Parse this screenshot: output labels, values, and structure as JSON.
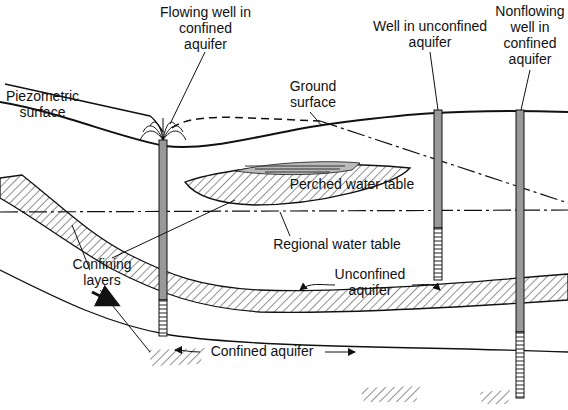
{
  "diagram": {
    "labels": [
      "Piezometric surface",
      "Flowing well in confined aquifer",
      "Well in unconfined aquifer",
      "Nonflowing well in confined aquifer",
      "Ground surface",
      "Perched water table",
      "Regional water table",
      "Confining layers",
      "Unconfined aquifer",
      "Confined aquifer"
    ]
  }
}
